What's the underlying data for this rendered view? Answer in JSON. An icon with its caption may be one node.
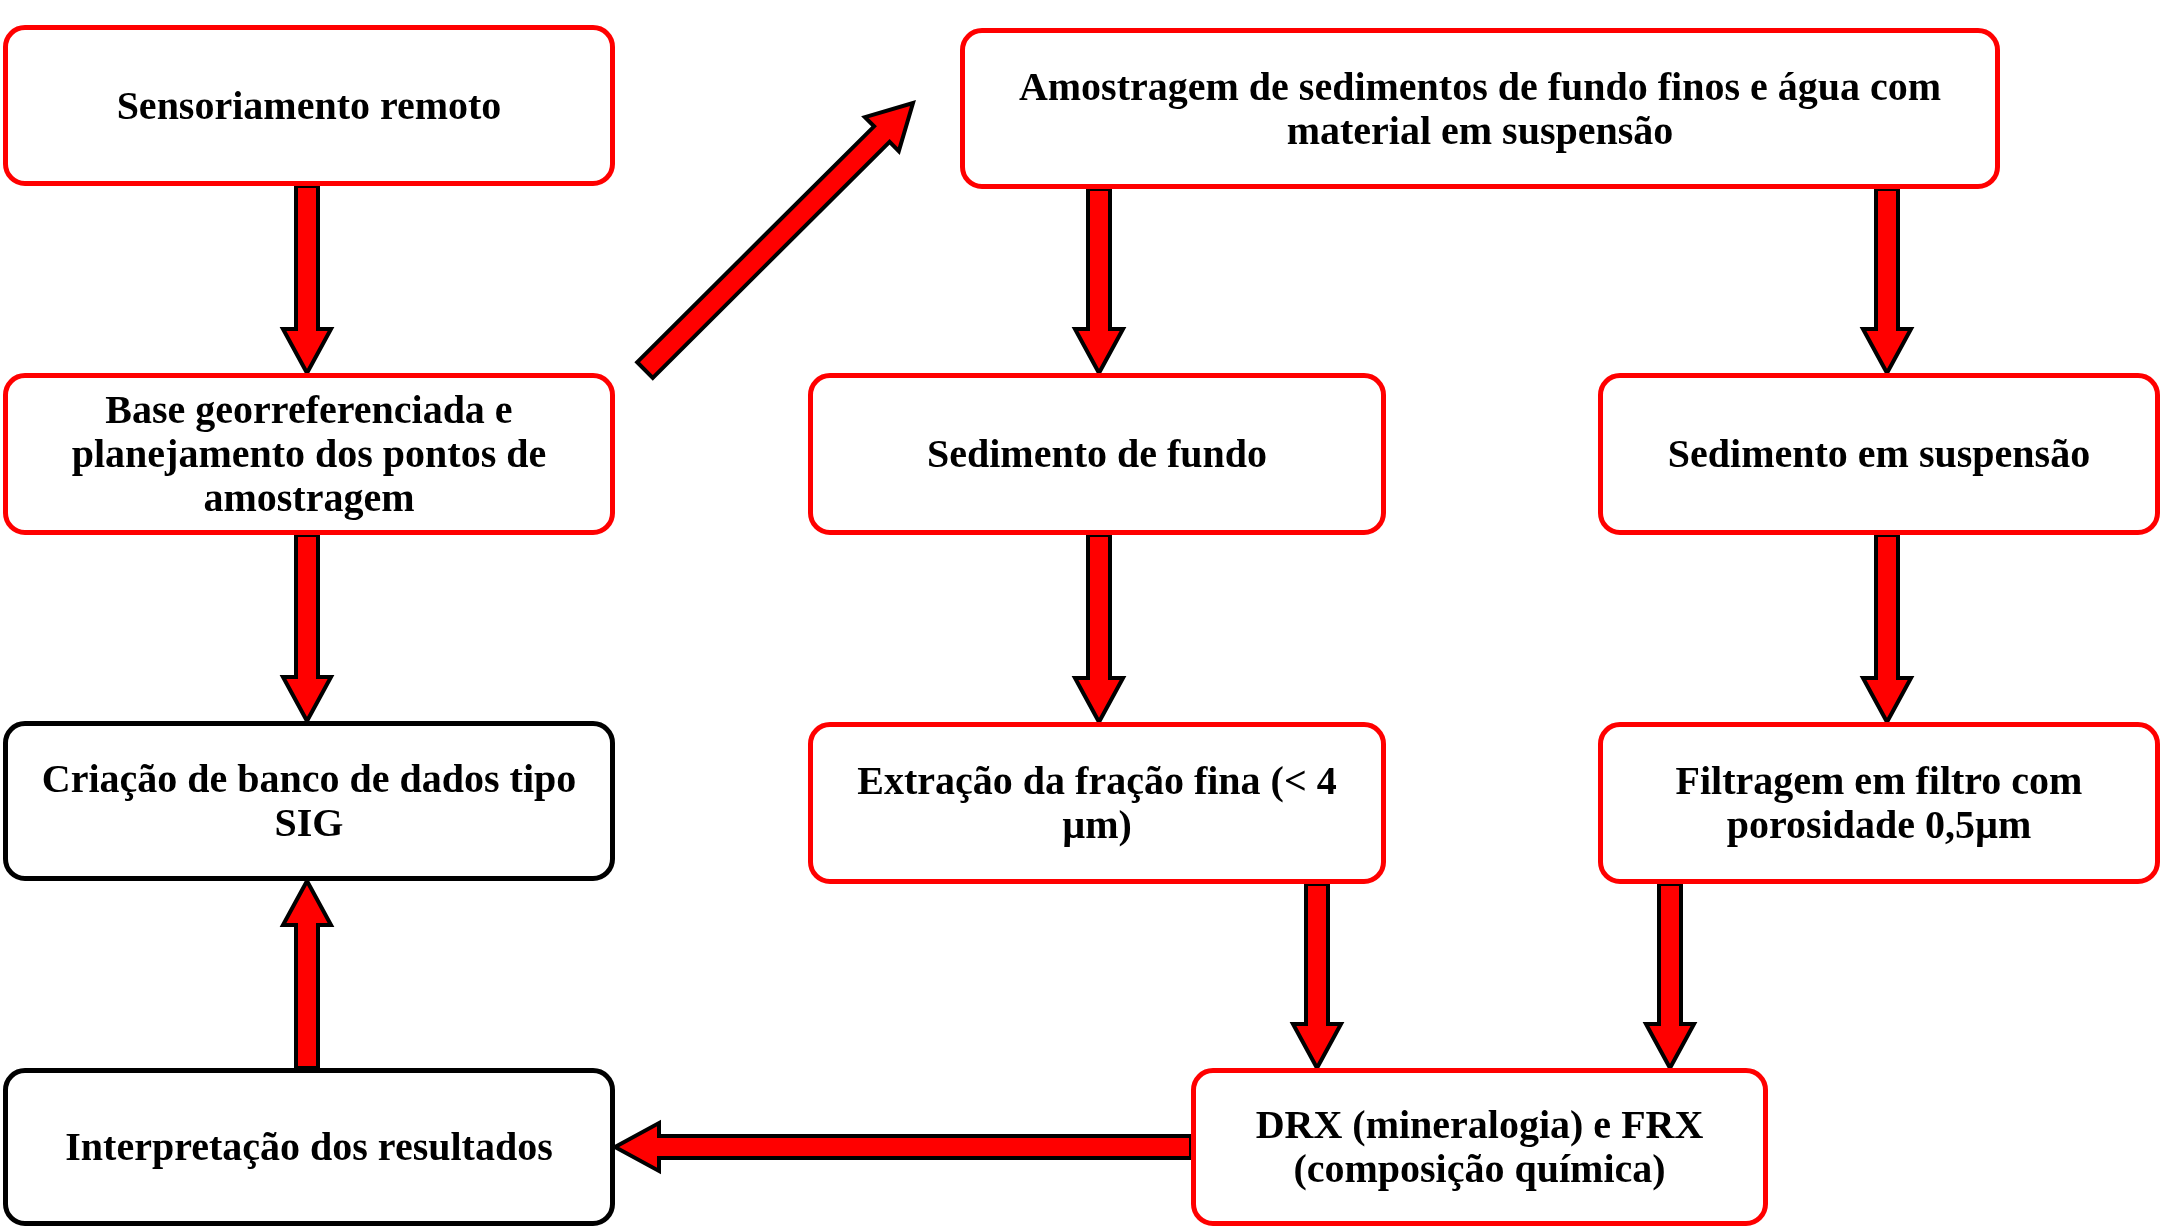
{
  "diagram": {
    "nodes": [
      {
        "text": [
          "Sensoriamento remoto"
        ]
      },
      {
        "text": [
          "Base georreferenciada e planejamento dos pontos de amostragem"
        ]
      },
      {
        "text": [
          "Criação de banco de dados tipo SIG"
        ]
      },
      {
        "text": [
          "Interpretação dos resultados"
        ]
      },
      {
        "text": [
          "Amostragem de sedimentos de fundo finos e água com material em suspensão"
        ]
      },
      {
        "text": [
          "Sedimento de fundo"
        ]
      },
      {
        "text": [
          "Sedimento em suspensão"
        ]
      },
      {
        "text": [
          "Extração da fração fina (< 4 µm)"
        ]
      },
      {
        "text": [
          "Filtragem em filtro com porosidade 0,5µm"
        ]
      },
      {
        "text": [
          "DRX (mineralogia) e FRX (composição química)"
        ]
      }
    ],
    "edges": [
      {
        "from": 0,
        "to": 1,
        "arrow": "to"
      },
      {
        "from": 1,
        "to": 2,
        "arrow": "to"
      },
      {
        "from": 3,
        "to": 2,
        "arrow": "to"
      },
      {
        "from": 1,
        "to": 4,
        "arrow": "to"
      },
      {
        "from": 4,
        "to": 5,
        "arrow": "to"
      },
      {
        "from": 4,
        "to": 6,
        "arrow": "to"
      },
      {
        "from": 5,
        "to": 7,
        "arrow": "to"
      },
      {
        "from": 6,
        "to": 8,
        "arrow": "to"
      },
      {
        "from": 7,
        "to": 9,
        "arrow": "to"
      },
      {
        "from": 8,
        "to": 9,
        "arrow": "to"
      },
      {
        "from": 9,
        "to": 3,
        "arrow": "to"
      }
    ]
  }
}
